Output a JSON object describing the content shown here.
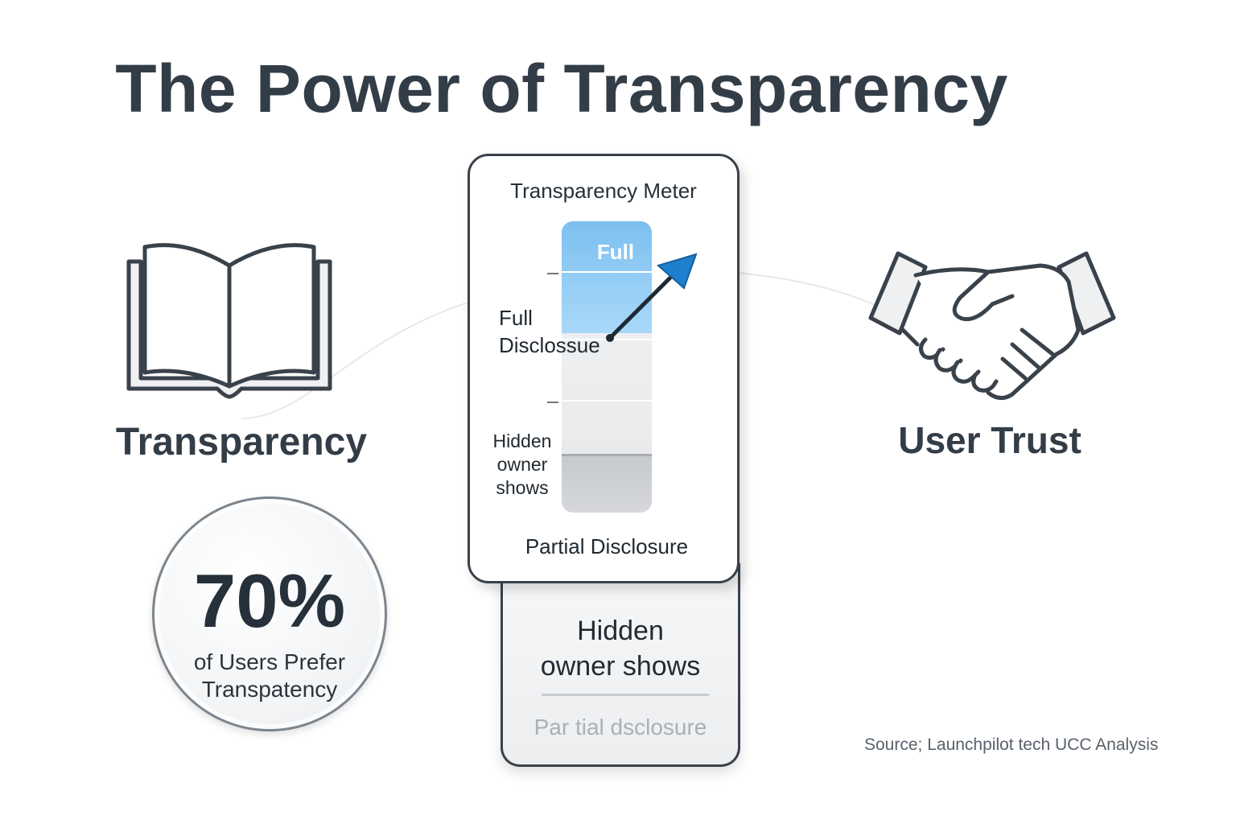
{
  "title": "The Power of Transparency",
  "left": {
    "icon": "open-book-icon",
    "label": "Transparency",
    "stat": {
      "value": "70%",
      "caption_line1": "of Users Prefer",
      "caption_line2": "Transpatency"
    }
  },
  "meter": {
    "title": "Transparency Meter",
    "fill_level_label": "Full",
    "full_disclosure_line1": "Full",
    "full_disclosure_line2": "Disclossue",
    "hidden_line1": "Hidden",
    "hidden_line2": "owner",
    "hidden_line3": "shows",
    "partial_label": "Partial Disclosure",
    "accent_color": "#7cc0f0",
    "arrow_color": "#1f7fcf"
  },
  "back_card": {
    "hidden_line1": "Hidden",
    "hidden_line2": "owner shows",
    "partial_faded": "Par tial dsclosure"
  },
  "right": {
    "icon": "handshake-icon",
    "label": "User Trust"
  },
  "source": "Source; Launchpilot tech  UCC Analysis"
}
